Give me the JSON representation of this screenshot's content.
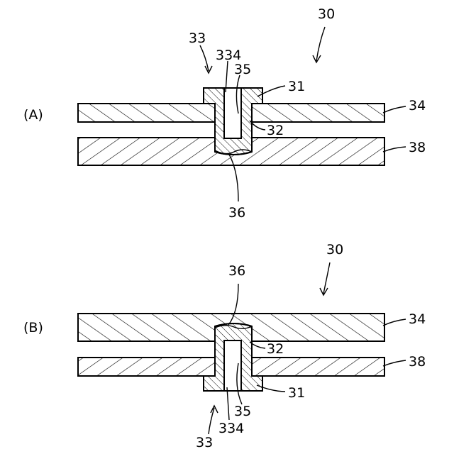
{
  "panels": {
    "a": {
      "panel_label": "(A)",
      "assembly_ref": "30",
      "fastener_ref": "33",
      "pin_ref": "334",
      "bore_ref": "35",
      "head_ref": "31",
      "shank_ref": "32",
      "upper_plate_ref": "34",
      "lower_plate_ref": "38",
      "deformed_end_ref": "36"
    },
    "b": {
      "panel_label": "(B)",
      "assembly_ref": "30",
      "fastener_ref": "33",
      "pin_ref": "334",
      "bore_ref": "35",
      "head_ref": "31",
      "shank_ref": "32",
      "upper_plate_ref": "34",
      "lower_plate_ref": "38",
      "deformed_end_ref": "36"
    }
  },
  "colors": {
    "line": "#000000",
    "background": "#ffffff"
  }
}
